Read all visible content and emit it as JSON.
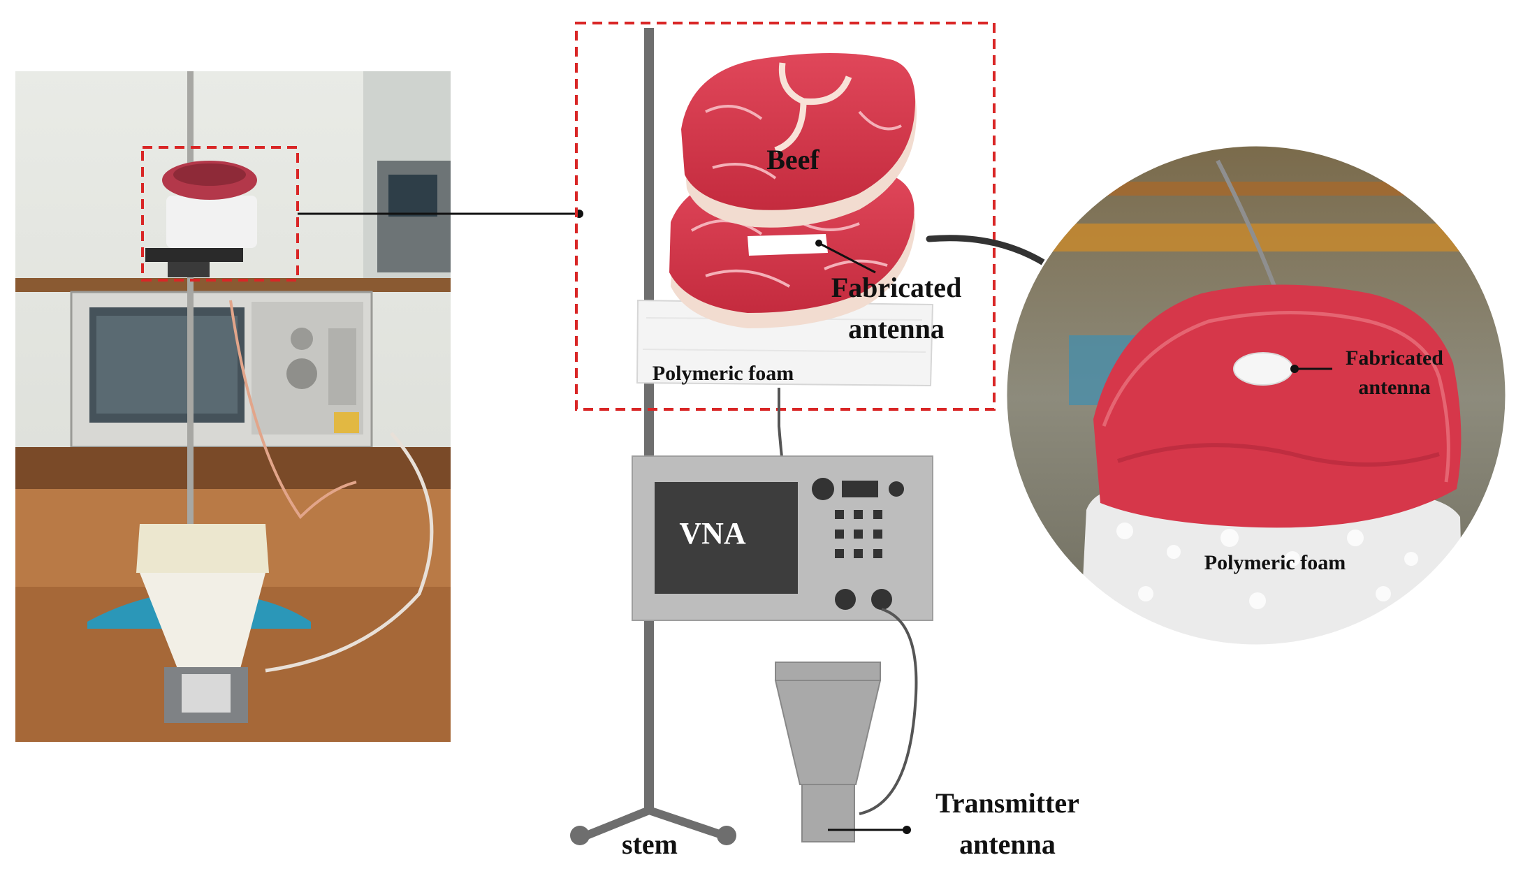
{
  "labels": {
    "beef": "Beef",
    "fabricated_antenna_line1": "Fabricated",
    "fabricated_antenna_line2": "antenna",
    "polymeric_foam": "Polymeric foam",
    "vna": "VNA",
    "stem": "stem",
    "transmitter_line1": "Transmitter",
    "transmitter_line2": "antenna",
    "inset_fabricated_line1": "Fabricated",
    "inset_fabricated_line2": "antenna",
    "inset_polymeric_foam": "Polymeric foam"
  },
  "colors": {
    "dashed_box": "#d92626",
    "stem": "#6e6e6e",
    "vna_body": "#bdbdbd",
    "vna_screen": "#3d3d3d",
    "meat": "#d6374a",
    "meat_dark": "#b52a3c",
    "fat": "#f2dcd0",
    "foam": "#f4f4f4",
    "horn": "#a9a9a9"
  },
  "icons": {
    "photo": "lab-setup-photo",
    "inset": "beef-closeup-photo"
  }
}
